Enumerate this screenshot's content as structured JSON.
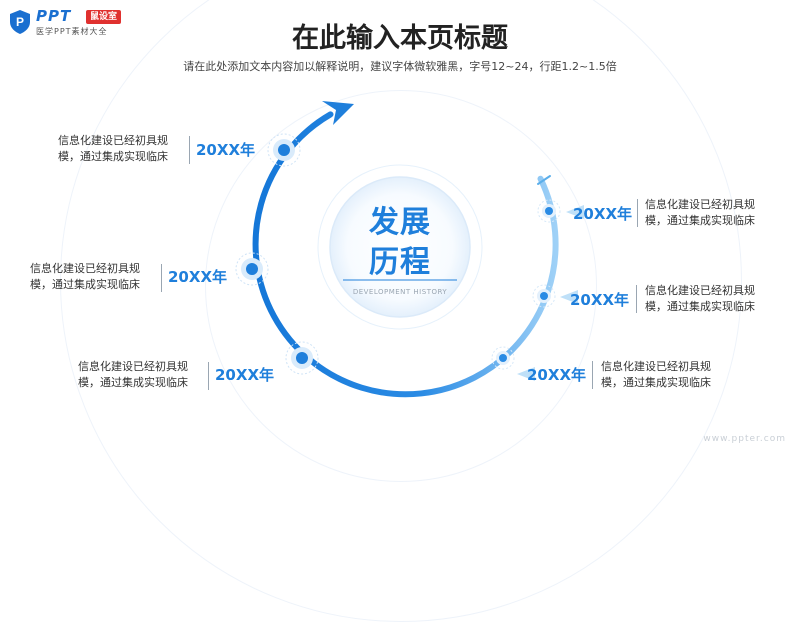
{
  "logo": {
    "brand": "PPT",
    "badge": "鼠设室",
    "tagline": "医学PPT素材大全"
  },
  "title": "在此输入本页标题",
  "subtitle": "请在此处添加文本内容加以解释说明，建议字体微软雅黑，字号12~24，行距1.2~1.5倍",
  "center": {
    "line1": "发展",
    "line2": "历程",
    "english": "DEVELOPMENT HISTORY"
  },
  "milestones": [
    {
      "year": "20XX年",
      "text": "信息化建设已经初具规模，通过集成实现临床"
    },
    {
      "year": "20XX年",
      "text": "信息化建设已经初具规模，通过集成实现临床"
    },
    {
      "year": "20XX年",
      "text": "信息化建设已经初具规模，通过集成实现临床"
    },
    {
      "year": "20XX年",
      "text": "信息化建设已经初具规模，通过集成实现临床"
    },
    {
      "year": "20XX年",
      "text": "信息化建设已经初具规模，通过集成实现临床"
    },
    {
      "year": "20XX年",
      "text": "信息化建设已经初具规模，通过集成实现临床"
    }
  ],
  "watermark": "www.ppter.com",
  "colors": {
    "accent": "#1f7fdb",
    "accent_light": "#8ec8f5"
  }
}
